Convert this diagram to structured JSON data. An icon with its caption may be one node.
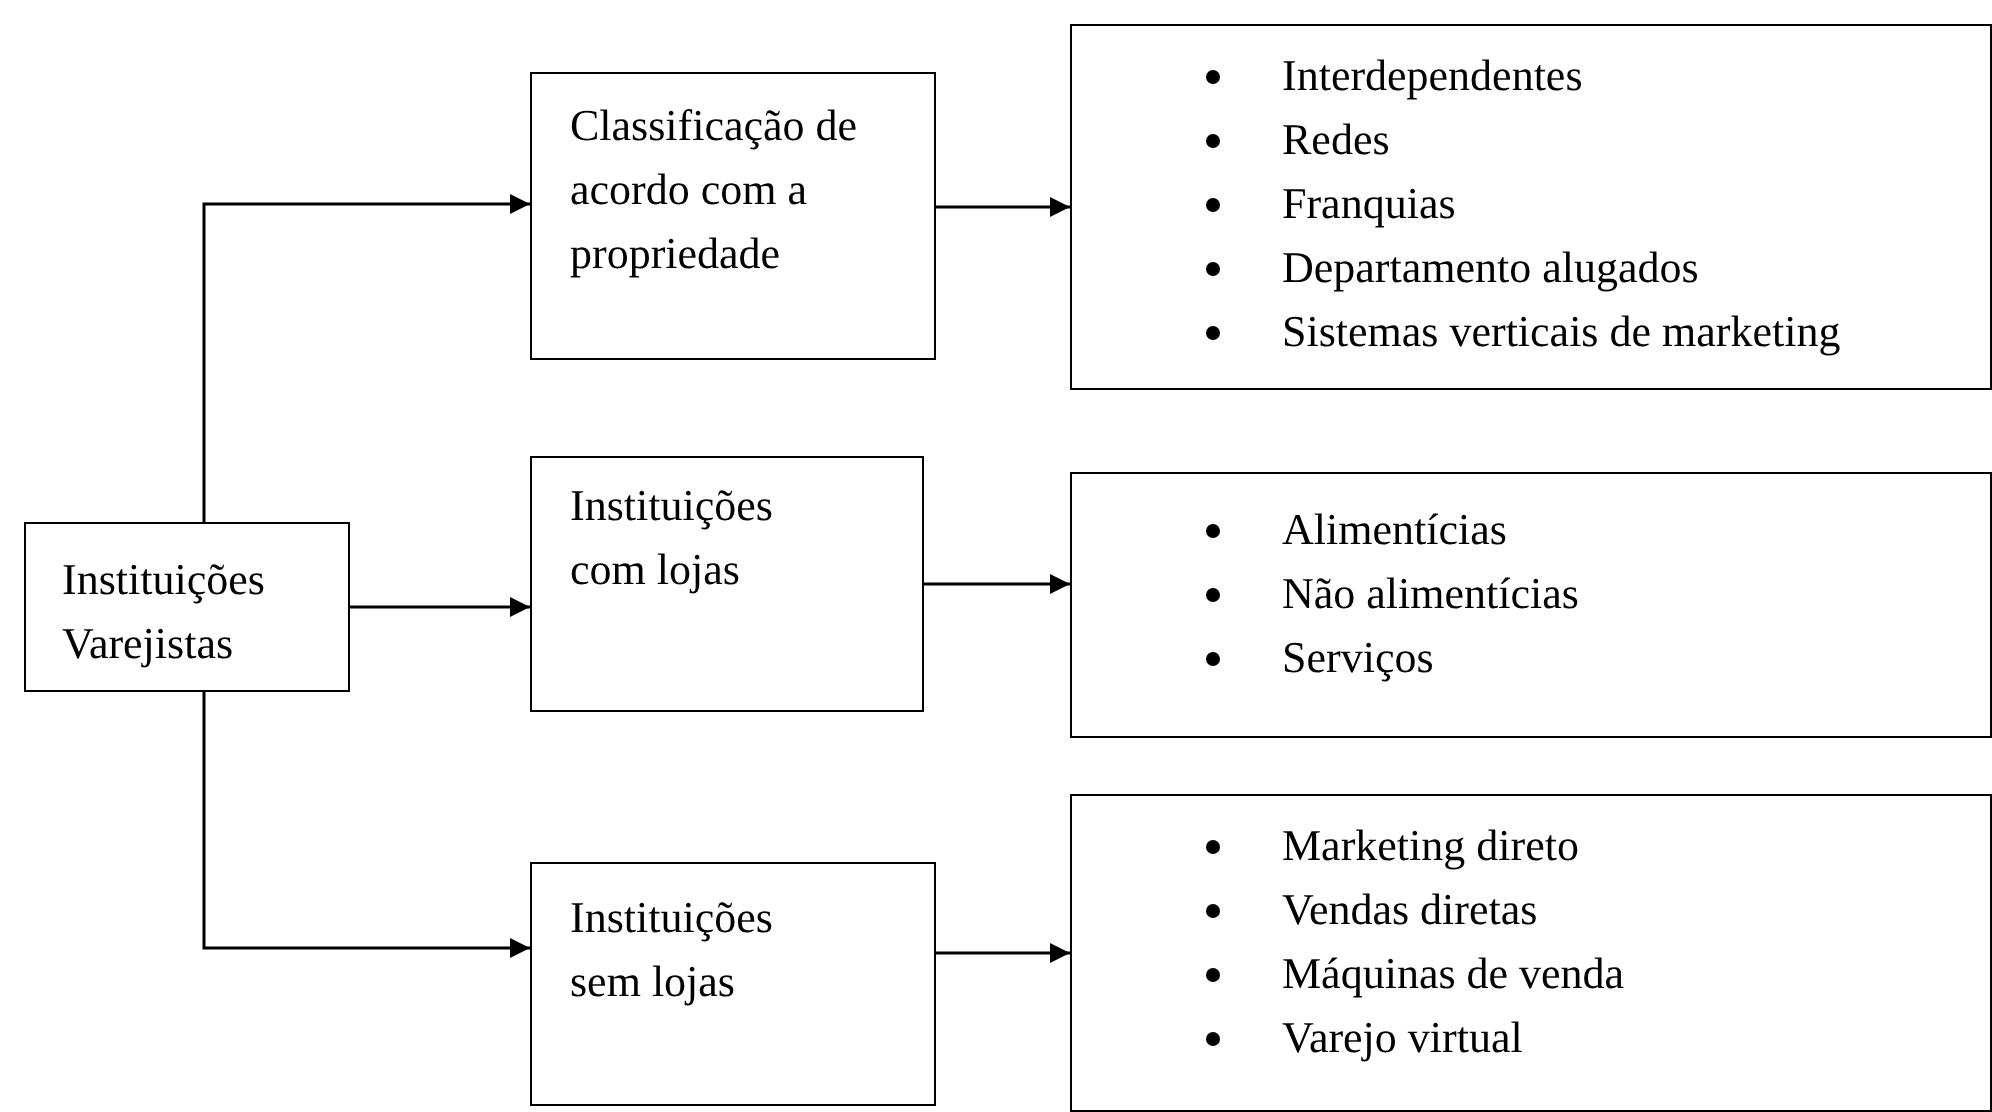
{
  "diagram": {
    "nodes": [
      {
        "text": [
          "Instituições Varejistas"
        ]
      },
      {
        "text": [
          "Classificação de acordo com a propriedade"
        ]
      },
      {
        "text": [
          "Interdependentes",
          "Redes",
          "Franquias",
          "Departamento alugados",
          "Sistemas verticais de marketing"
        ]
      },
      {
        "text": [
          "Instituições com lojas"
        ]
      },
      {
        "text": [
          "Alimentícias",
          "Não alimentícias",
          "Serviços"
        ]
      },
      {
        "text": [
          "Instituições sem lojas"
        ]
      },
      {
        "text": [
          "Marketing direto",
          "Vendas diretas",
          "Máquinas de venda",
          "Varejo virtual"
        ]
      }
    ],
    "edges": [
      {
        "from": 0,
        "to": 1,
        "arrow": "to"
      },
      {
        "from": 0,
        "to": 3,
        "arrow": "to"
      },
      {
        "from": 0,
        "to": 5,
        "arrow": "to"
      },
      {
        "from": 1,
        "to": 2,
        "arrow": "to"
      },
      {
        "from": 3,
        "to": 4,
        "arrow": "to"
      },
      {
        "from": 5,
        "to": 6,
        "arrow": "to"
      }
    ]
  }
}
